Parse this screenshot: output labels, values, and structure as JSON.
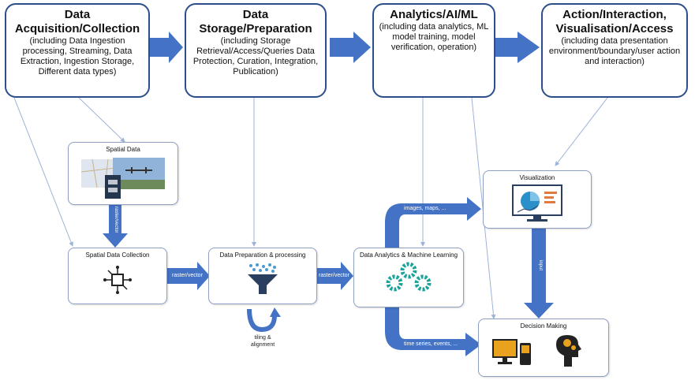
{
  "stages": [
    {
      "title": "Data Acquisition/Collection",
      "body": "(including Data Ingestion processing, Streaming, Data Extraction, Ingestion Storage, Different data types)"
    },
    {
      "title": "Data Storage/Preparation",
      "body": "(including Storage Retrieval/Access/Queries Data Protection, Curation, Integration, Publication)"
    },
    {
      "title": "Analytics/AI/ML",
      "body": "(including data analytics, ML model training, model verification, operation)"
    },
    {
      "title": "Action/Interaction, Visualisation/Access",
      "body": "(including data presentation environment/boundary/user action and interaction)"
    }
  ],
  "nodes": {
    "spatial_data": "Spatial Data",
    "spatial_collection": "Spatial Data Collection",
    "preparation": "Data Preparation & processing",
    "analytics": "Data Analytics & Machine Learning",
    "visualization": "Visualization",
    "decision": "Decision Making"
  },
  "edge_labels": {
    "raster_vector_1": "raster/vector",
    "raster_vector_2": "raster/vector",
    "raster_vector_vertical": "raster/vector",
    "images_maps": "images, maps, ...",
    "time_series": "time series, events, ...",
    "tiling": "tiling & alignment",
    "input": "input"
  },
  "colors": {
    "accent": "#4472c4",
    "border": "#2c4f8c",
    "thin_line": "#9db3d8"
  }
}
